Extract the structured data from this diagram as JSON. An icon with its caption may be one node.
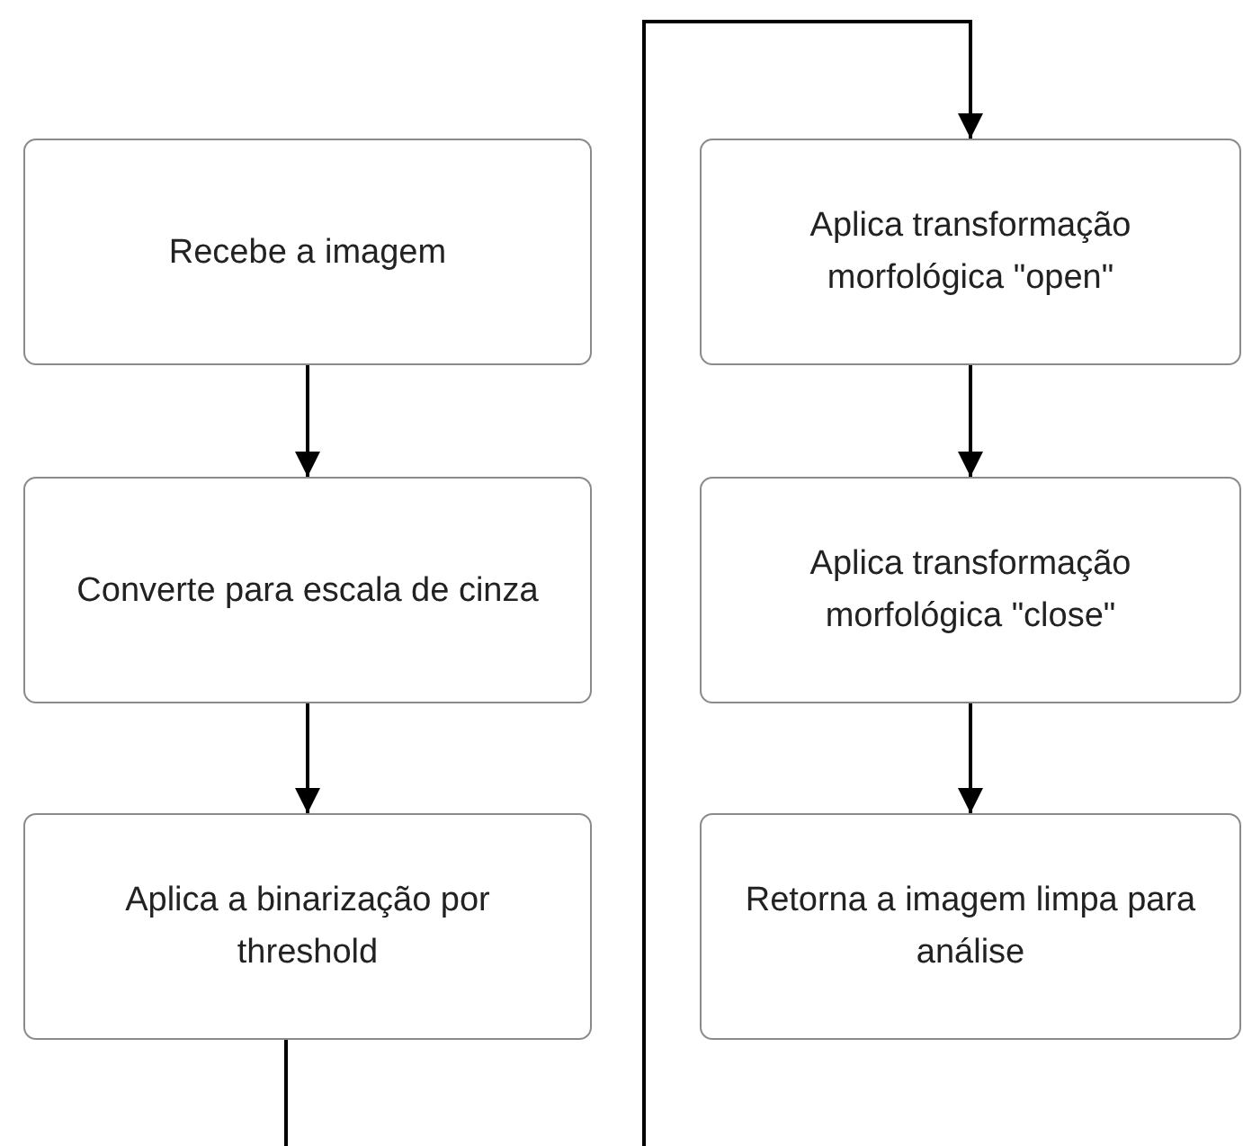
{
  "diagram": {
    "nodes": [
      {
        "text": [
          "Recebe a imagem"
        ]
      },
      {
        "text": [
          "Converte para escala de cinza"
        ]
      },
      {
        "text": [
          "Aplica a binarização por threshold"
        ]
      },
      {
        "text": [
          "Aplica transformação morfológica \"open\""
        ]
      },
      {
        "text": [
          "Aplica transformação morfológica \"close\""
        ]
      },
      {
        "text": [
          "Retorna a imagem limpa para análise"
        ]
      }
    ],
    "edges": [
      {
        "from": 0,
        "to": 1,
        "arrow": "to"
      },
      {
        "from": 1,
        "to": 2,
        "arrow": "to"
      },
      {
        "from": 2,
        "to": 3,
        "arrow": "to"
      },
      {
        "from": 3,
        "to": 4,
        "arrow": "to"
      },
      {
        "from": 4,
        "to": 5,
        "arrow": "to"
      }
    ]
  }
}
